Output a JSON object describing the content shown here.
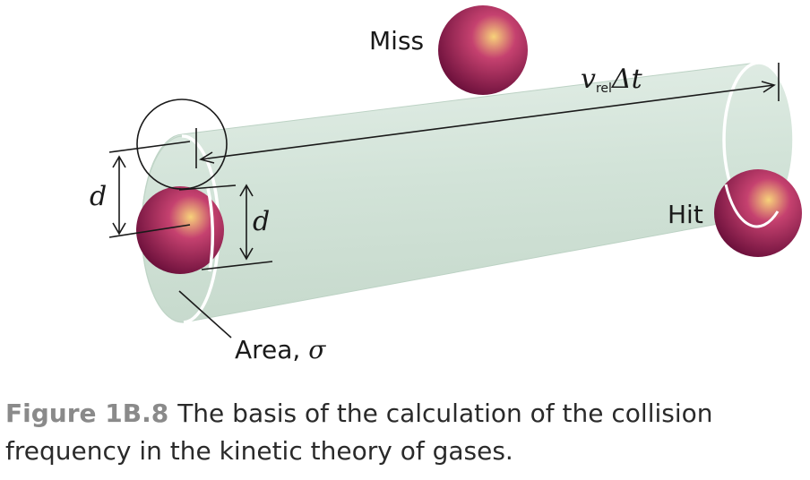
{
  "labels": {
    "miss": "Miss",
    "hit": "Hit",
    "d_left": "d",
    "d_right": "d",
    "area": "Area, ",
    "sigma": "σ",
    "v": "v",
    "rel": "rel",
    "delta_t": "Δt"
  },
  "caption": {
    "figure_number": "Figure 1B.8",
    "text": "The basis of the calculation of the collision frequency in the kinetic theory of gases."
  },
  "colors": {
    "tube_fill": "#d7e6dc",
    "tube_edge": "#b9cfc1",
    "sphere_center": "#f7d27a",
    "sphere_mid": "#c5416f",
    "sphere_edge": "#6a0f3a",
    "caption_number": "#8a8a8a"
  }
}
